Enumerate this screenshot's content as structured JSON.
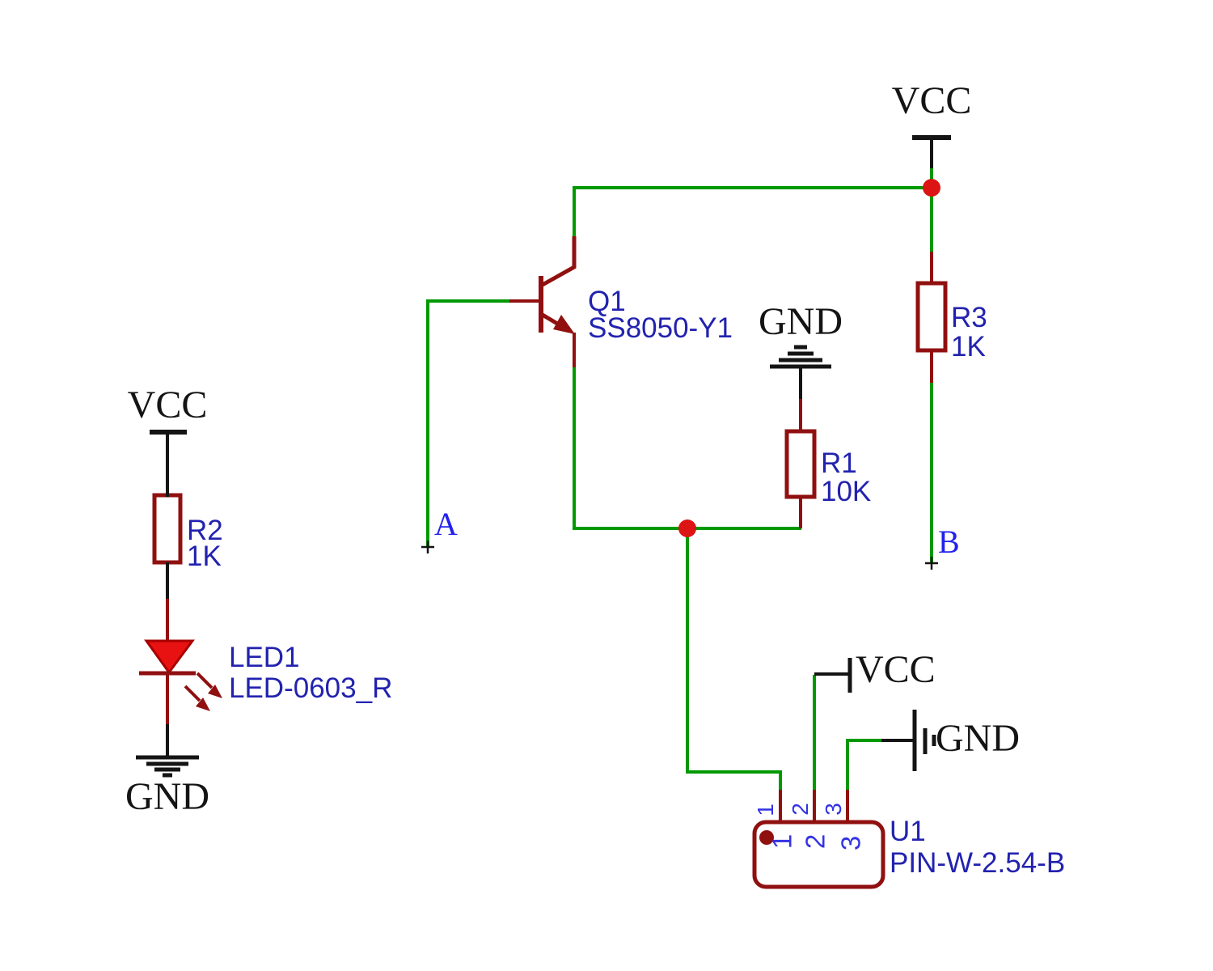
{
  "colors": {
    "wire_green": "#009900",
    "component_dark_red": "#901010",
    "junction_red": "#DC1414",
    "led_fill_red": "#E81212",
    "component_label_blue": "#2222AF",
    "pin_number_blue": "#3333E6",
    "net_label_blue": "#2222EE",
    "power_text_black": "#141414"
  },
  "power_flags": {
    "vcc_top": "VCC",
    "vcc_left": "VCC",
    "vcc_u1": "VCC",
    "gnd_left": "GND",
    "gnd_mid": "GND",
    "gnd_u1": "GND"
  },
  "net_labels": {
    "a": "A",
    "b": "B"
  },
  "components": {
    "q1": {
      "ref": "Q1",
      "value": "SS8050-Y1"
    },
    "r1": {
      "ref": "R1",
      "value": "10K"
    },
    "r2": {
      "ref": "R2",
      "value": "1K"
    },
    "r3": {
      "ref": "R3",
      "value": "1K"
    },
    "led1": {
      "ref": "LED1",
      "value": "LED-0603_R"
    },
    "u1": {
      "ref": "U1",
      "value": "PIN-W-2.54-B",
      "pins": [
        {
          "number": "1"
        },
        {
          "number": "2"
        },
        {
          "number": "3"
        }
      ]
    }
  }
}
